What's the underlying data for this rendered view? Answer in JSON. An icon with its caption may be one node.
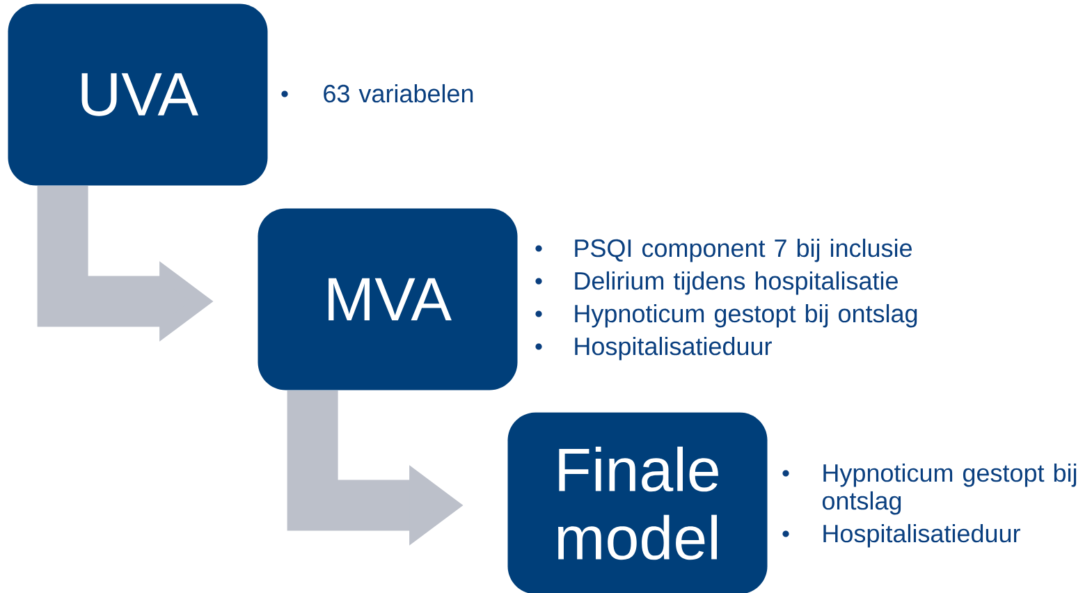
{
  "diagram": {
    "nodes": [
      {
        "text": [
          "UVA"
        ],
        "beside": [
          "63 variabelen"
        ]
      },
      {
        "text": [
          "MVA"
        ],
        "beside": [
          "PSQI component 7 bij inclusie",
          "Delirium tijdens hospitalisatie",
          "Hypnoticum gestopt bij ontslag",
          "Hospitalisatieduur"
        ]
      },
      {
        "text": [
          "Finale model"
        ],
        "beside": [
          "Hypnoticum gestopt bij ontslag",
          "Hospitalisatieduur"
        ]
      }
    ],
    "edges": [
      {
        "from": 0,
        "to": 1,
        "arrow": "to"
      },
      {
        "from": 1,
        "to": 2,
        "arrow": "to"
      }
    ]
  }
}
